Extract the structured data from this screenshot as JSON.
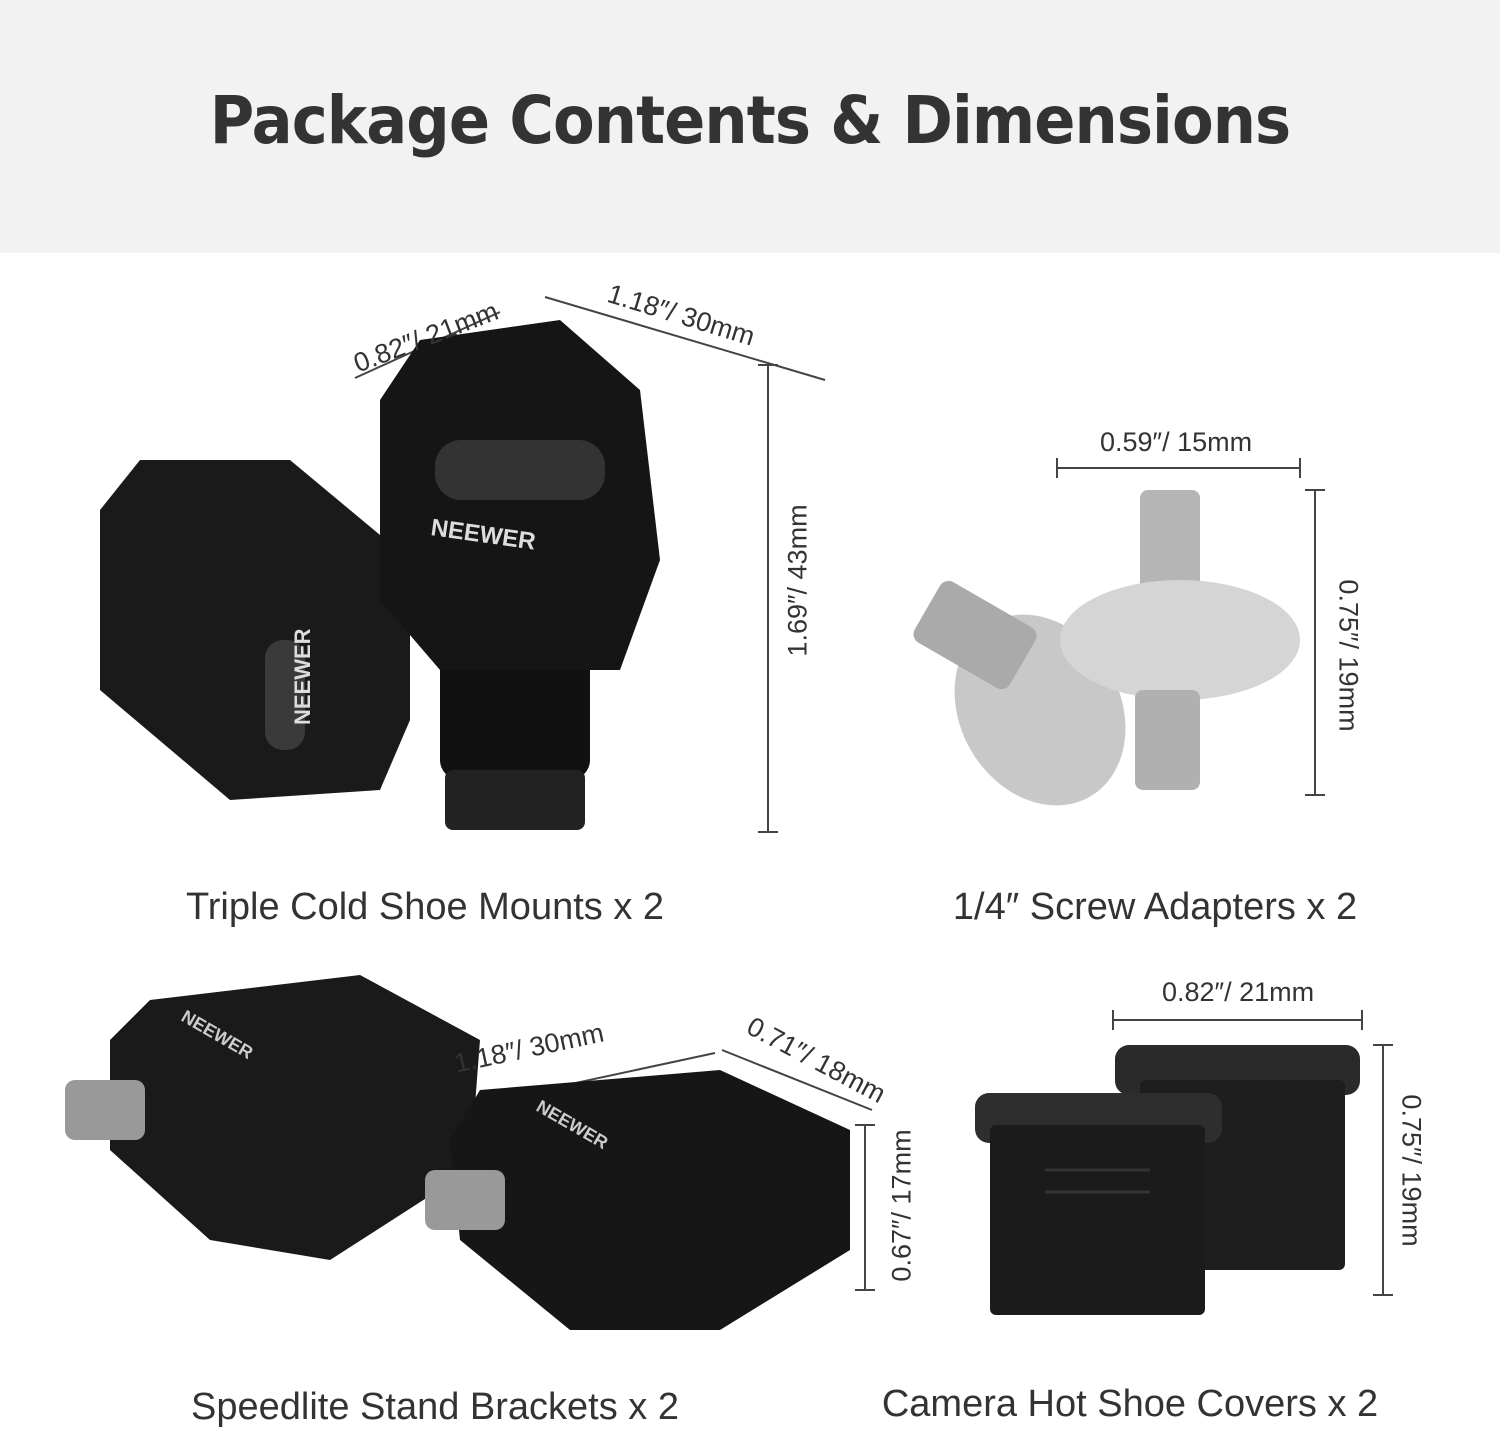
{
  "title": "Package Contents & Dimensions",
  "products": [
    {
      "name": "Triple Cold Shoe Mounts x 2",
      "brand": "NEEWER",
      "dimensions": [
        "0.82″/ 21mm",
        "1.18″/ 30mm",
        "1.69″/ 43mm"
      ]
    },
    {
      "name": "1/4″ Screw Adapters x 2",
      "dimensions": [
        "0.59″/ 15mm",
        "0.75″/ 19mm"
      ]
    },
    {
      "name": "Speedlite Stand Brackets x 2",
      "brand": "NEEWER",
      "dimensions": [
        "1.18″/ 30mm",
        "0.71″/ 18mm",
        "0.67″/ 17mm"
      ]
    },
    {
      "name": "Camera Hot Shoe Covers x 2",
      "dimensions": [
        "0.82″/ 21mm",
        "0.75″/ 19mm"
      ]
    }
  ]
}
